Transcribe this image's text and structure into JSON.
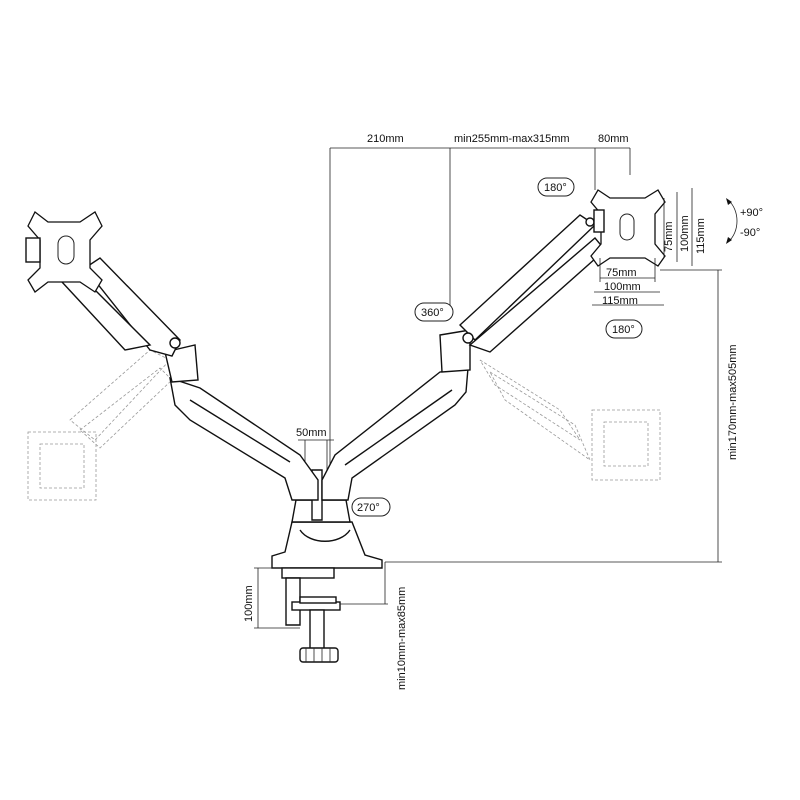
{
  "dimensions": {
    "top_reach": "210mm",
    "arm_length": "min255mm-max315mm",
    "offset": "80mm",
    "pole_width": "50mm",
    "vesa_h_75": "75mm",
    "vesa_h_100": "100mm",
    "vesa_h_115": "115mm",
    "vesa_v_75": "75mm",
    "vesa_v_100": "100mm",
    "vesa_v_115": "115mm",
    "height_range": "min170mm-max505mm",
    "clamp_height": "100mm",
    "clamp_range": "min10mm-max85mm"
  },
  "rotations": {
    "top_rotate": "180°",
    "bottom_rotate": "180°",
    "swivel": "360°",
    "base_rotate": "270°",
    "tilt_up": "+90°",
    "tilt_down": "-90°"
  },
  "colors": {
    "line": "#111111",
    "ghost": "#999999"
  }
}
